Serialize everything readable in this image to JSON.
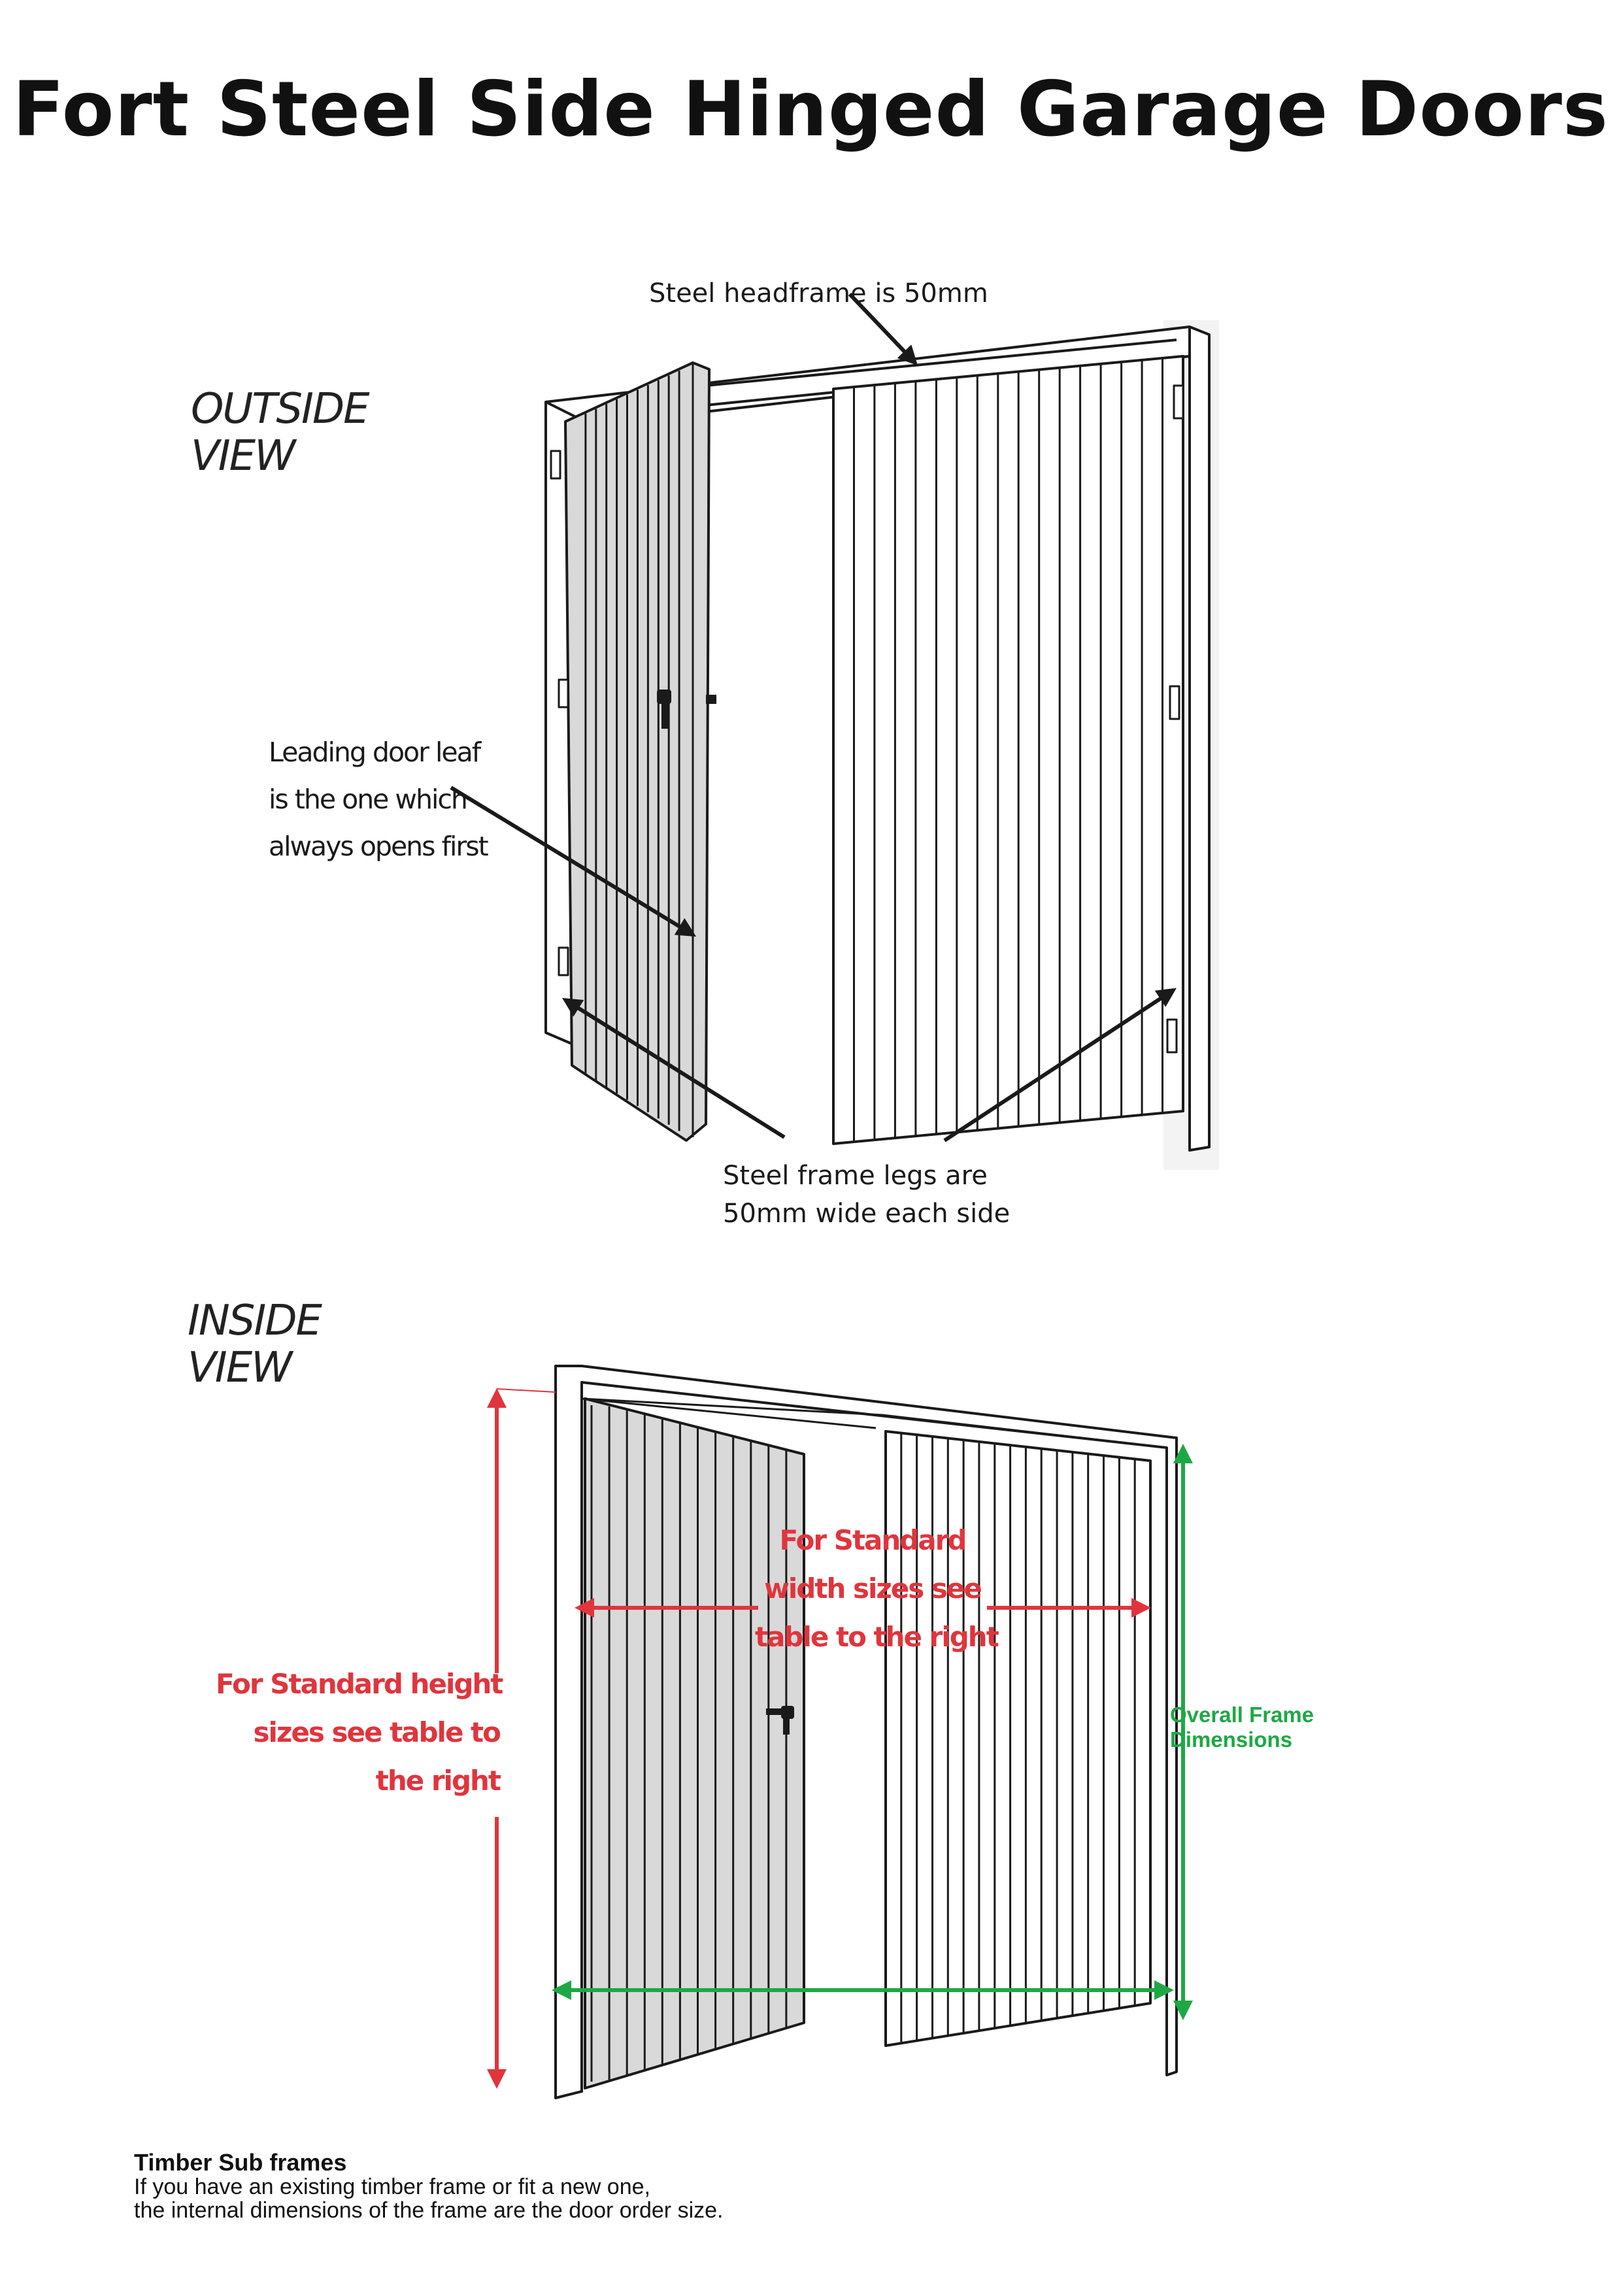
{
  "title": "Fort Steel Side Hinged Garage Doors",
  "outside_view": {
    "label_lines": [
      "OUTSIDE",
      "VIEW"
    ],
    "headframe_callout": "Steel headframe is 50mm",
    "leading_leaf_callout": [
      "Leading door leaf",
      "is the one which",
      "always opens first"
    ],
    "frame_legs_callout": [
      "Steel frame legs are",
      "50mm wide each side"
    ]
  },
  "inside_view": {
    "label_lines": [
      "INSIDE",
      "VIEW"
    ],
    "height_note": [
      "For Standard  height",
      "sizes see table to",
      "the right"
    ],
    "width_note": [
      "For  Standard",
      "width sizes see",
      "table to the right"
    ],
    "overall_note": [
      "Overall Frame",
      "Dimensions"
    ]
  },
  "footer": {
    "heading": "Timber Sub frames",
    "lines": [
      "If you have an existing timber frame or fit a new one,",
      "the internal dimensions of the frame are the door order size."
    ]
  },
  "colors": {
    "line": "#1a1a1a",
    "panel_fill": "#d9d9d9",
    "red_arrow": "#e0353d",
    "green_arrow": "#1ea845"
  }
}
